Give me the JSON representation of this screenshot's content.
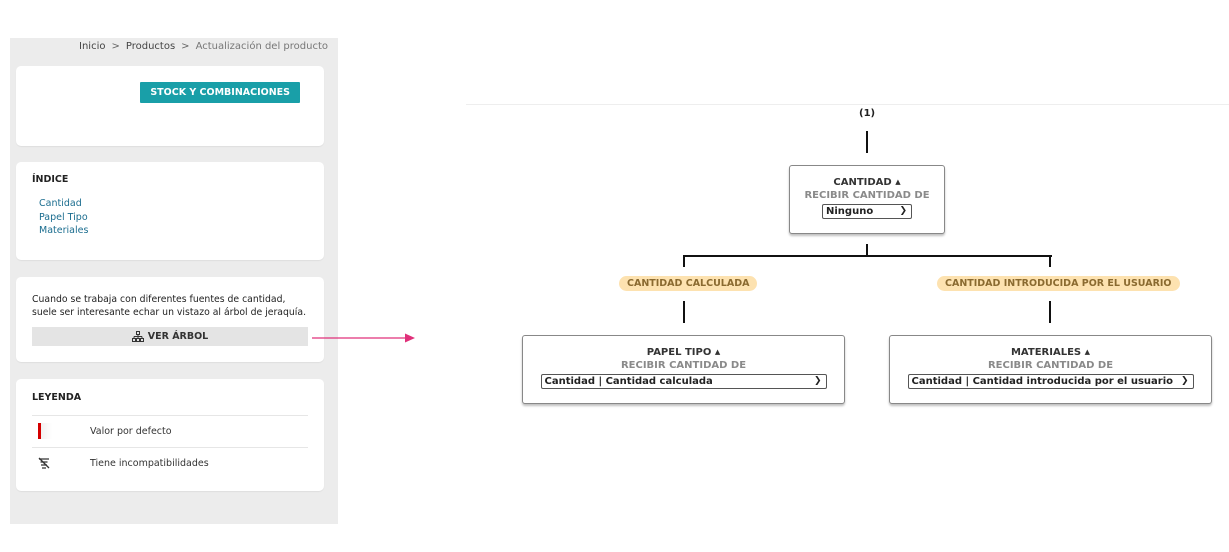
{
  "breadcrumb": {
    "items": [
      "Inicio",
      "Productos"
    ],
    "current": "Actualización del producto",
    "separator": ">"
  },
  "toolbar": {
    "stock_label": "STOCK Y COMBINACIONES"
  },
  "index": {
    "title": "ÍNDICE",
    "items": [
      "Cantidad",
      "Papel Tipo",
      "Materiales"
    ]
  },
  "tree_info": {
    "text": "Cuando se trabaja con diferentes fuentes de cantidad, suele ser interesante echar un vistazo al árbol de jeraquía.",
    "button_label": "VER ÁRBOL"
  },
  "legend": {
    "title": "LEYENDA",
    "items": [
      {
        "label": "Valor por defecto",
        "icon": "default-value-marker"
      },
      {
        "label": "Tiene incompatibilidades",
        "icon": "incompatibility-icon"
      }
    ]
  },
  "colors": {
    "accent": "#199fa8",
    "link": "#1b6d8f",
    "arrow": "#e0307a",
    "default_marker": "#d40000",
    "badge_bg": "#fde2b0"
  },
  "diagram": {
    "root_label": "(1)",
    "root": {
      "title": "CANTIDAD",
      "subtitle": "RECIBIR CANTIDAD DE",
      "selected": "Ninguno"
    },
    "branches": [
      {
        "badge": "CANTIDAD CALCULADA",
        "title": "PAPEL TIPO",
        "subtitle": "RECIBIR CANTIDAD DE",
        "selected": "Cantidad | Cantidad calculada"
      },
      {
        "badge": "CANTIDAD INTRODUCIDA POR EL USUARIO",
        "title": "MATERIALES",
        "subtitle": "RECIBIR CANTIDAD DE",
        "selected": "Cantidad | Cantidad introducida por el usuario"
      }
    ]
  }
}
